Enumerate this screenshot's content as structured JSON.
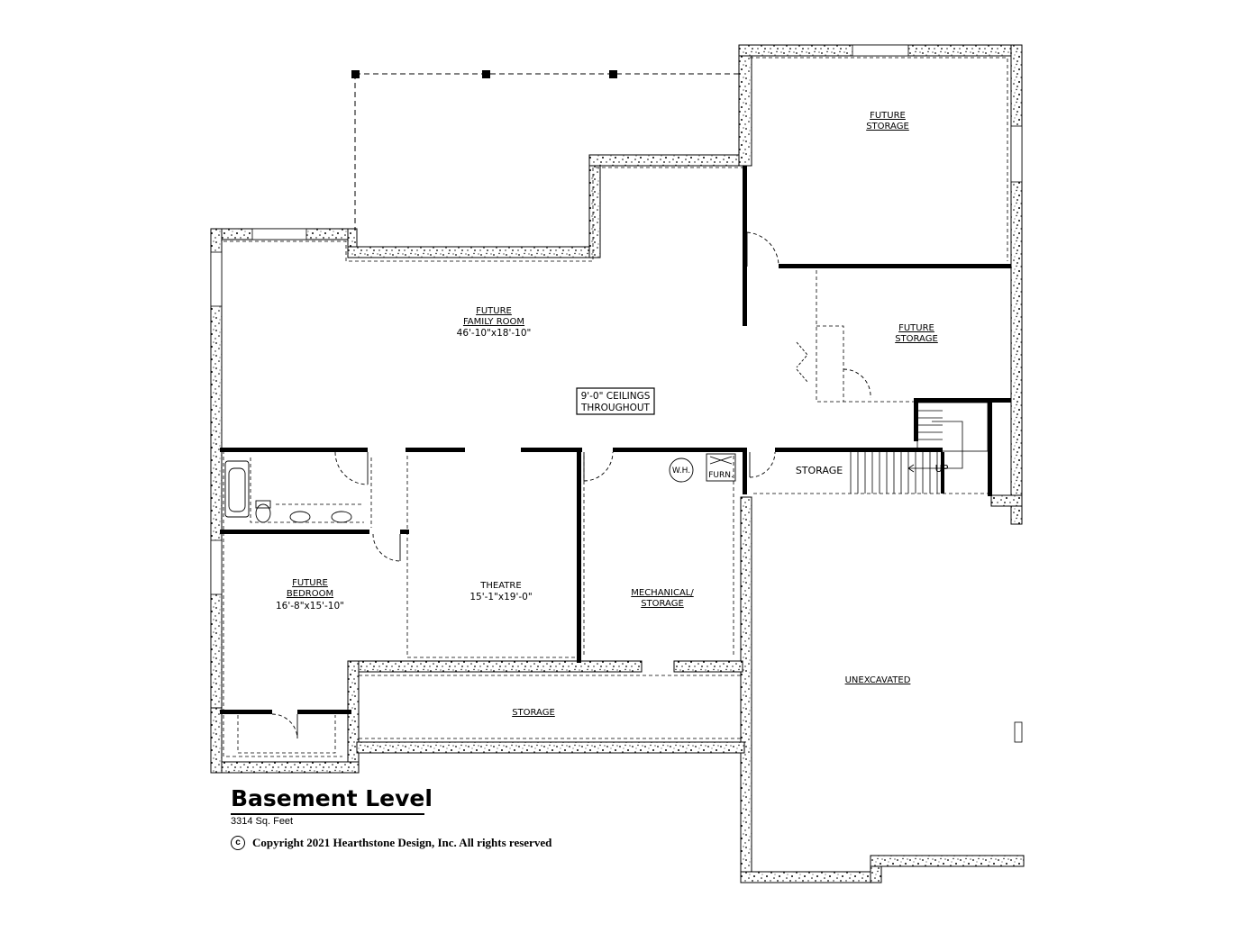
{
  "rooms": {
    "future_storage_top": [
      "FUTURE",
      "STORAGE"
    ],
    "future_family_room": [
      "FUTURE",
      "FAMILY ROOM"
    ],
    "family_room_dim": "46'-10\"x18'-10\"",
    "ceilings_note": [
      "9'-0\" CEILINGS",
      "THROUGHOUT"
    ],
    "future_storage_mid": [
      "FUTURE",
      "STORAGE"
    ],
    "storage_small": "STORAGE",
    "up": "UP",
    "wh": "W.H.",
    "furn": "FURN.",
    "future_bedroom": [
      "FUTURE",
      "BEDROOM"
    ],
    "bedroom_dim": "16'-8\"x15'-10\"",
    "theatre": "THEATRE",
    "theatre_dim": "15'-1\"x19'-0\"",
    "mechanical": [
      "MECHANICAL/",
      "STORAGE"
    ],
    "storage_bottom": "STORAGE",
    "unexcavated": "UNEXCAVATED"
  },
  "caption": {
    "title": "Basement Level",
    "sqft": "3314 Sq. Feet",
    "copyright_symbol": "c",
    "copyright": "Copyright 2021 Hearthstone Design, Inc. All rights reserved"
  }
}
